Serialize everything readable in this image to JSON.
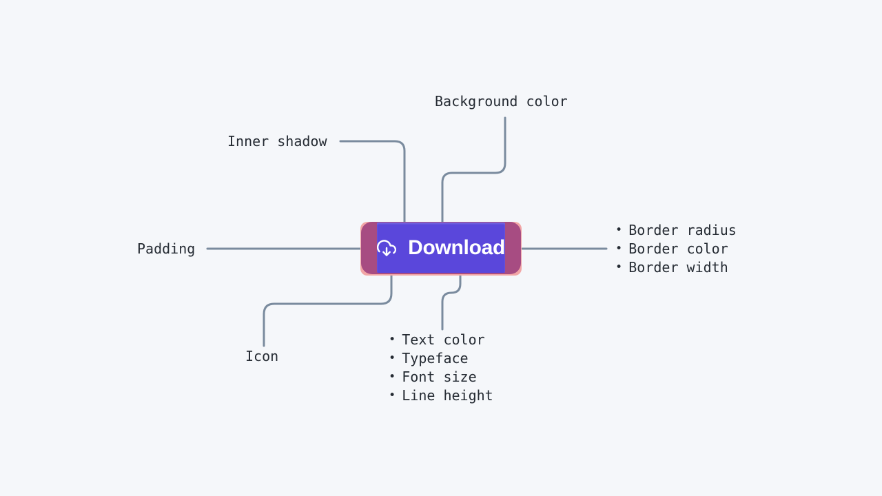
{
  "button": {
    "label": "Download",
    "icon": "cloud-download-icon"
  },
  "annotations": {
    "bullet": "•",
    "background_color": "Background color",
    "inner_shadow": "Inner shadow",
    "padding": "Padding",
    "icon": "Icon",
    "border_list": [
      "Border radius",
      "Border color",
      "Border width"
    ],
    "text_list": [
      "Text color",
      "Typeface",
      "Font size",
      "Line height"
    ]
  },
  "colors": {
    "page_background": "#F5F7FA",
    "button_background": "#5A47DB",
    "padding_overlay": "#A74C82",
    "border_overlay": "#F2A6A6",
    "button_text": "#FFFFFF",
    "connector_line": "#7A8B9E",
    "label_text": "#252B33"
  }
}
